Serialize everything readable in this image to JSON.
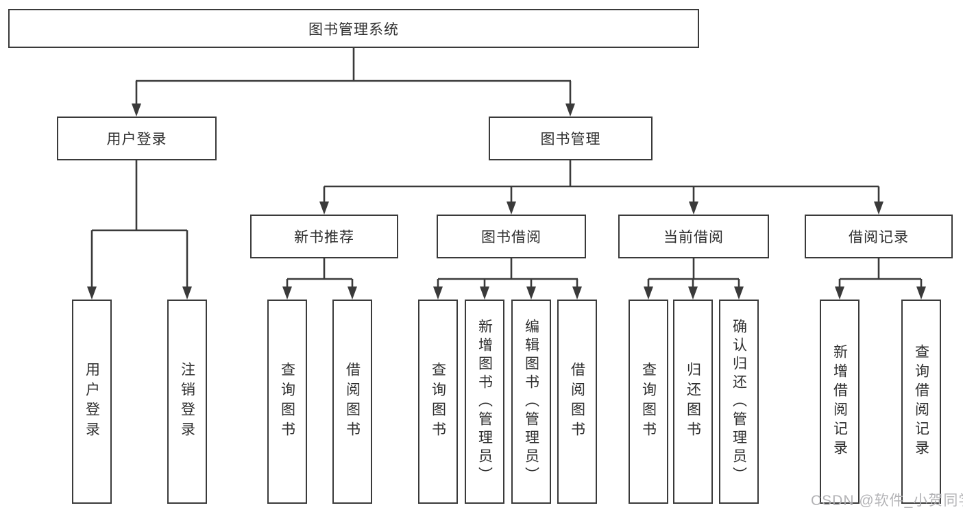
{
  "diagram": {
    "title": "图书管理系统",
    "root": {
      "label": "图书管理系统"
    },
    "branches": [
      {
        "label": "用户登录",
        "children": [
          {
            "label": "用户登录"
          },
          {
            "label": "注销登录"
          }
        ]
      },
      {
        "label": "图书管理",
        "children": [
          {
            "label": "新书推荐",
            "children": [
              {
                "label": "查询图书"
              },
              {
                "label": "借阅图书"
              }
            ]
          },
          {
            "label": "图书借阅",
            "children": [
              {
                "label": "查询图书"
              },
              {
                "label": "新增图书（管理员）"
              },
              {
                "label": "编辑图书（管理员）"
              },
              {
                "label": "借阅图书"
              }
            ]
          },
          {
            "label": "当前借阅",
            "children": [
              {
                "label": "查询图书"
              },
              {
                "label": "归还图书"
              },
              {
                "label": "确认归还（管理员）"
              }
            ]
          },
          {
            "label": "借阅记录",
            "children": [
              {
                "label": "新增借阅记录"
              },
              {
                "label": "查询借阅记录"
              }
            ]
          }
        ]
      }
    ]
  },
  "watermark": {
    "text": "CSDN @软件_小贺同学"
  },
  "colors": {
    "line": "#3a3a3a",
    "box_border": "#3a3a3a",
    "text": "#2f2f2f",
    "background": "#ffffff",
    "watermark": "#afafb2"
  }
}
